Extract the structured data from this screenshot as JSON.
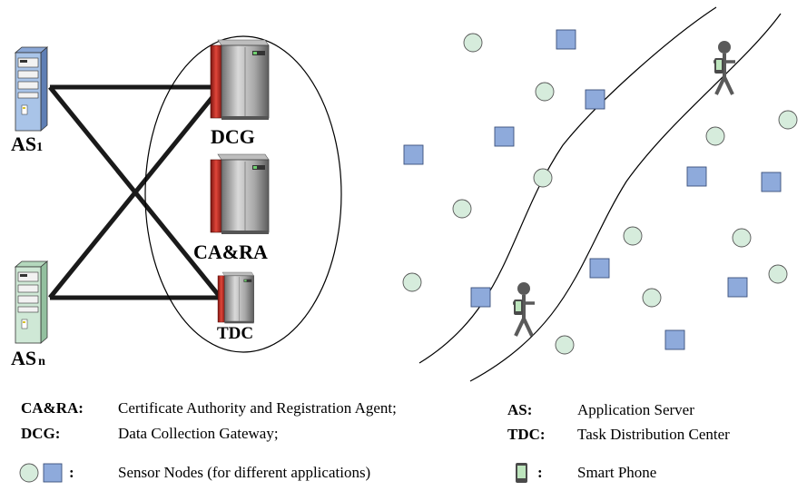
{
  "nodes": {
    "as1": {
      "label": "AS",
      "sub": "1"
    },
    "asn": {
      "label": "AS",
      "sub": "n"
    },
    "dcg": {
      "label": "DCG"
    },
    "cara": {
      "label": "CA&RA"
    },
    "tdc": {
      "label": "TDC"
    }
  },
  "legend": {
    "cara": {
      "key": "CA&RA:",
      "text": "Certificate Authority and Registration Agent;"
    },
    "dcg": {
      "key": "DCG:",
      "text": "Data Collection Gateway;"
    },
    "as": {
      "key": "AS:",
      "text": "Application Server"
    },
    "tdc": {
      "key": "TDC:",
      "text": "Task Distribution Center"
    },
    "sensor": {
      "key": ":",
      "text": "Sensor Nodes (for different applications)"
    },
    "phone": {
      "key": ":",
      "text": "Smart Phone"
    }
  },
  "colors": {
    "sensor_circle_fill": "#d6ecdc",
    "sensor_square_fill": "#8eaadb",
    "server1_fill": "#a9c4e8",
    "servern_fill": "#cfe8d6",
    "cabinet_red": "#c8322a",
    "cabinet_gray": "#9a9a9a"
  },
  "icons": [
    "server-icon",
    "cabinet-server-icon",
    "sensor-circle-icon",
    "sensor-square-icon",
    "person-icon",
    "smart-phone-icon"
  ]
}
